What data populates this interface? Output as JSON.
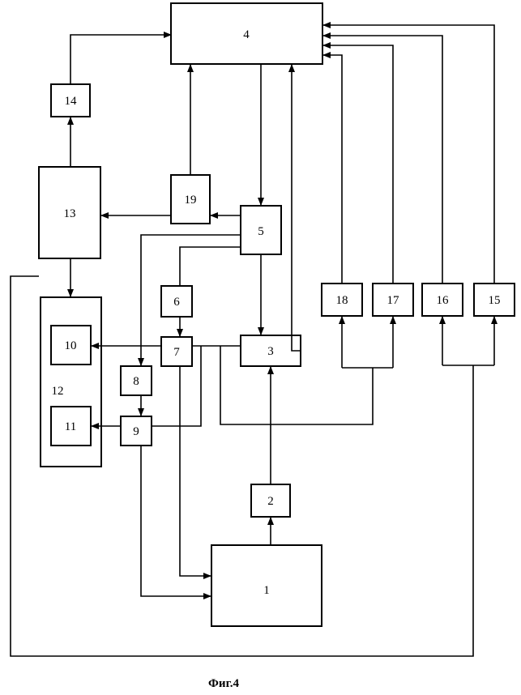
{
  "blocks": {
    "b1": "1",
    "b2": "2",
    "b3": "3",
    "b4": "4",
    "b5": "5",
    "b6": "6",
    "b7": "7",
    "b8": "8",
    "b9": "9",
    "b10": "10",
    "b11": "11",
    "b12": "12",
    "b13": "13",
    "b14": "14",
    "b15": "15",
    "b16": "16",
    "b17": "17",
    "b18": "18",
    "b19": "19"
  },
  "caption": "Фиг.4",
  "colors": {
    "stroke": "#000000",
    "background": "#ffffff"
  }
}
